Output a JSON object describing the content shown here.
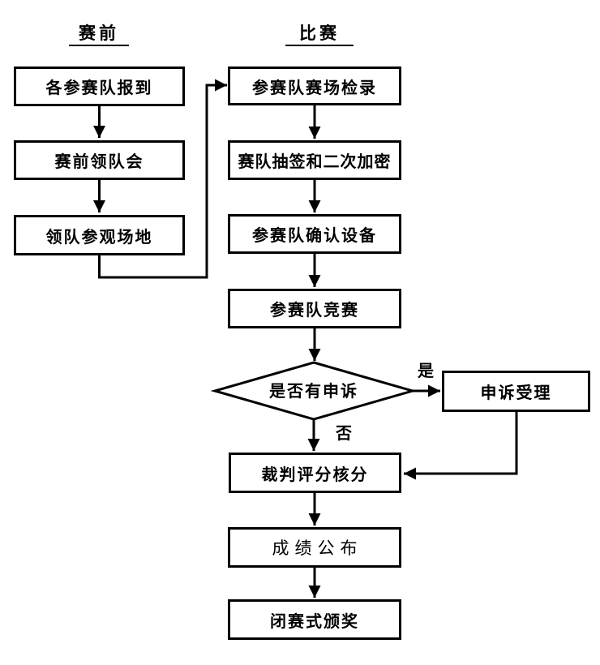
{
  "flowchart": {
    "headers": {
      "pre_competition": "赛前",
      "competition": "比赛"
    },
    "nodes": {
      "team_checkin": "各参赛队报到",
      "leader_meeting": "赛前领队会",
      "venue_visit": "领队参观场地",
      "arena_checkin": "参赛队赛场检录",
      "draw_encryption": "赛队抽签和二次加密",
      "equipment_confirm": "参赛队确认设备",
      "team_compete": "参赛队竞赛",
      "appeal_decision": "是否有申诉",
      "appeal_accept": "申诉受理",
      "judge_scoring": "裁判评分核分",
      "results_publish": "成绩公布",
      "closing_ceremony": "闭赛式颁奖"
    },
    "edge_labels": {
      "yes": "是",
      "no": "否"
    },
    "colors": {
      "line": "#000000",
      "background": "#ffffff",
      "node_fill": "#ffffff",
      "text": "#000000"
    }
  }
}
